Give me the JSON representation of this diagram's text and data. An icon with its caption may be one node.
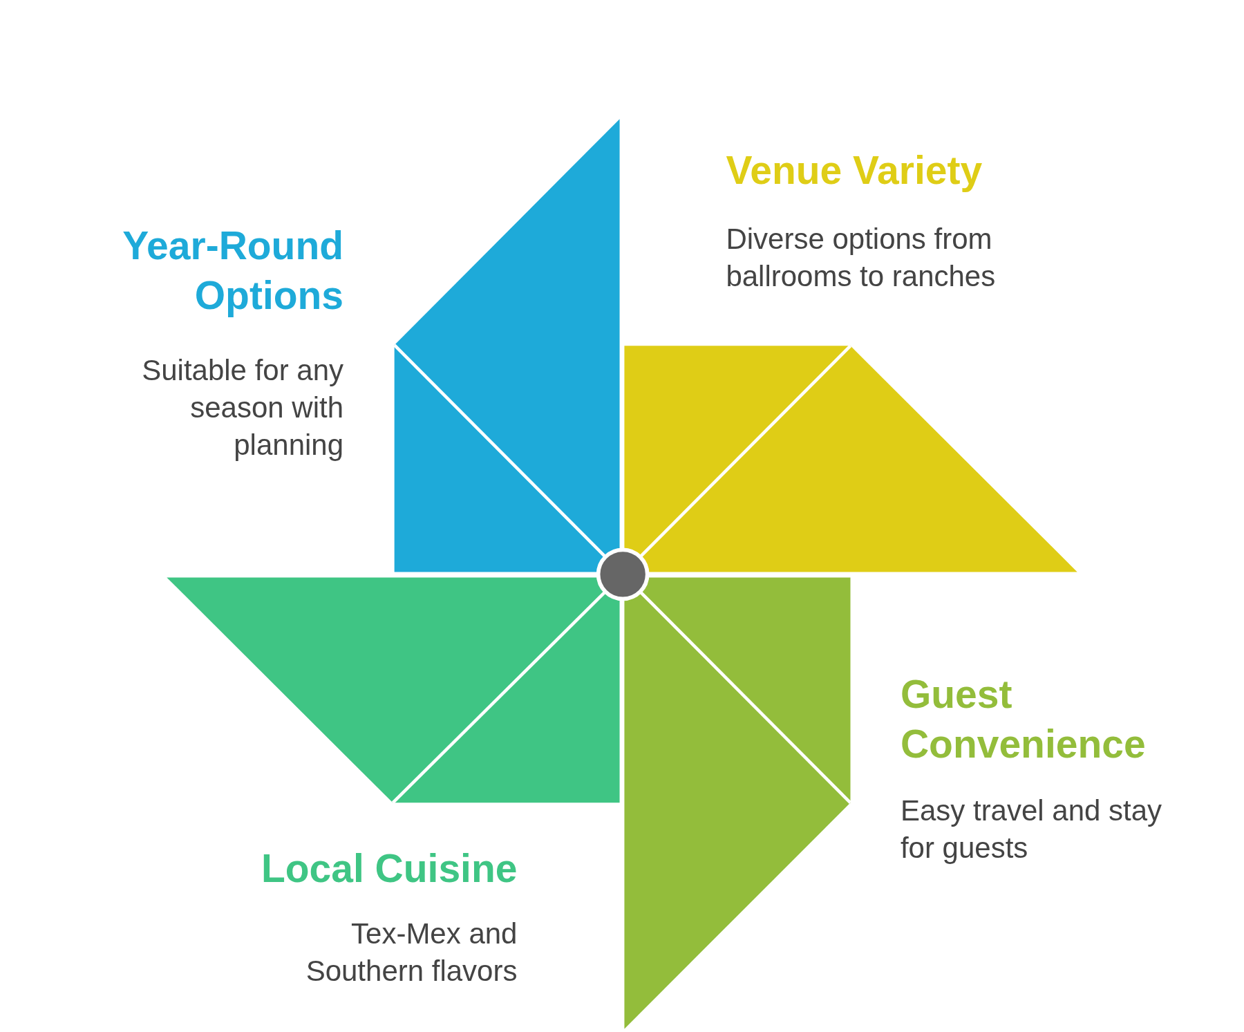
{
  "diagram": {
    "nodes": [
      {
        "text": [],
        "shape": "triangle",
        "beside": [
          "Year-Round Options",
          "Suitable for any season with planning"
        ]
      },
      {
        "text": [],
        "shape": "triangle",
        "beside": [
          "Venue Variety",
          "Diverse options from ballrooms to ranches"
        ]
      },
      {
        "text": [],
        "shape": "triangle",
        "beside": [
          "Guest Convenience",
          "Easy travel and stay for guests"
        ]
      },
      {
        "text": [],
        "shape": "triangle",
        "beside": [
          "Local Cuisine",
          "Tex-Mex and Southern flavors"
        ]
      },
      {
        "text": [],
        "shape": "circle"
      }
    ],
    "edges": []
  }
}
